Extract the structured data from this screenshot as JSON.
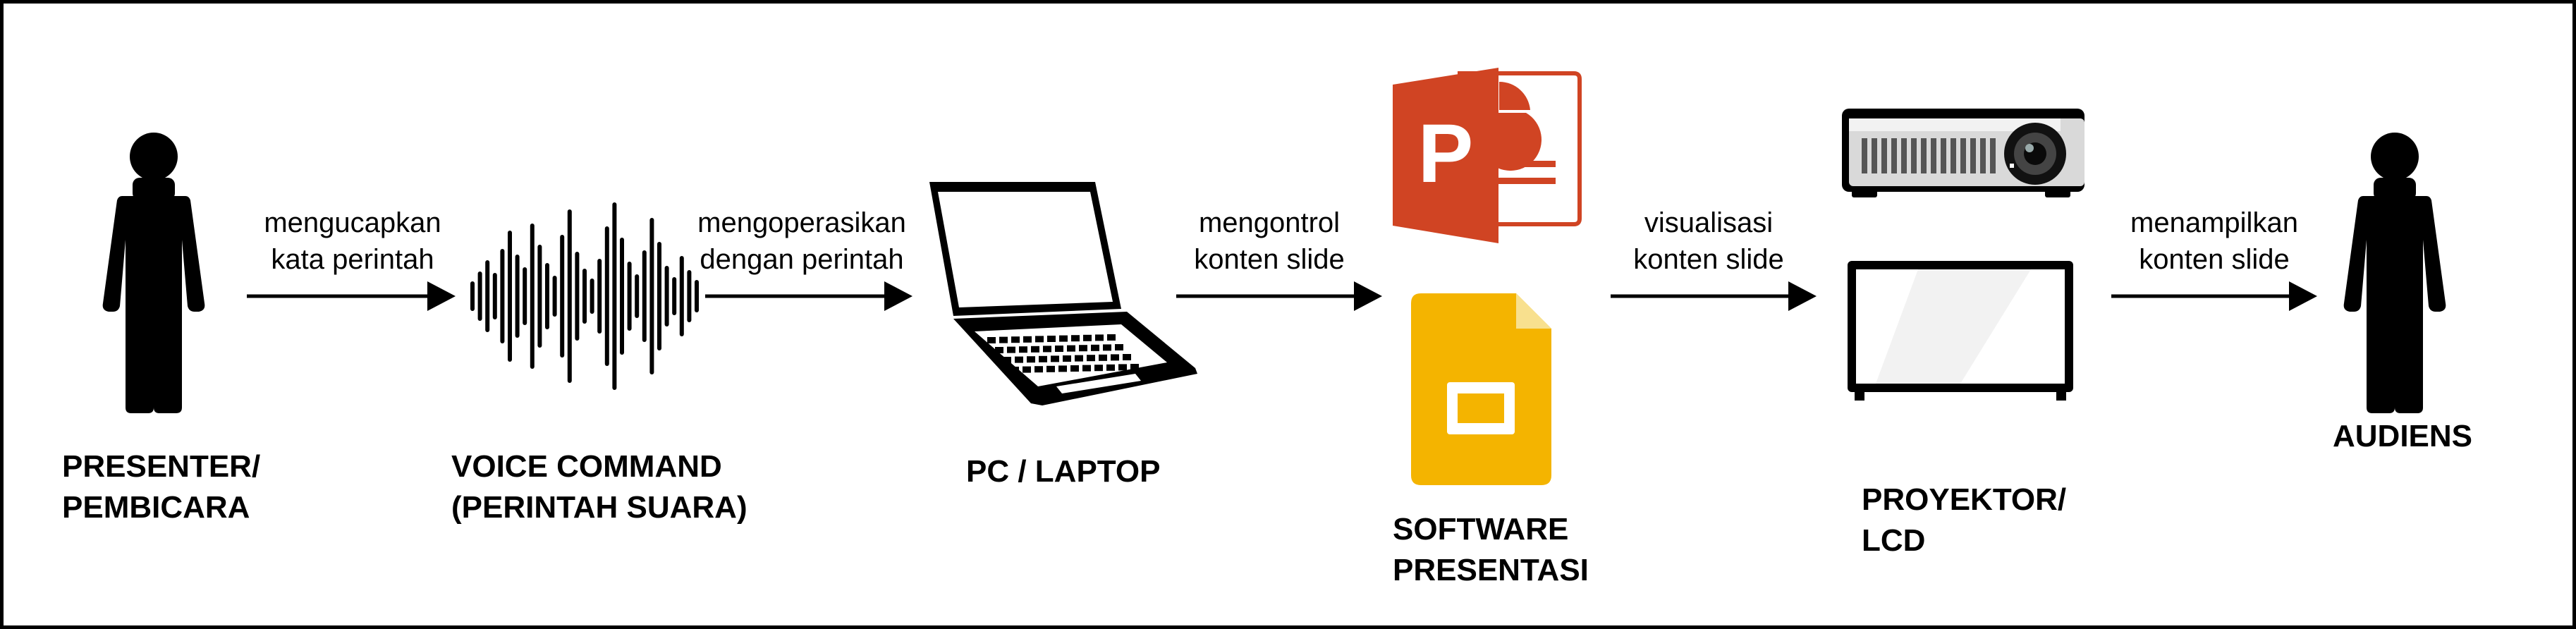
{
  "nodes": [
    {
      "id": "presenter",
      "label": [
        "PRESENTER/",
        "PEMBICARA"
      ],
      "icon": "person-icon"
    },
    {
      "id": "voice",
      "label": [
        "VOICE COMMAND",
        "(PERINTAH SUARA)"
      ],
      "icon": "sound-wave-icon"
    },
    {
      "id": "pc",
      "label": [
        "PC / LAPTOP"
      ],
      "icon": "laptop-icon"
    },
    {
      "id": "software",
      "label": [
        "SOFTWARE",
        "PRESENTASI"
      ],
      "icons": [
        "powerpoint-icon",
        "google-slides-icon"
      ]
    },
    {
      "id": "projector",
      "label": [
        "PROYEKTOR/",
        "LCD"
      ],
      "icons": [
        "projector-icon",
        "monitor-icon"
      ]
    },
    {
      "id": "audiens",
      "label": [
        "AUDIENS"
      ],
      "icon": "person-icon"
    }
  ],
  "edges": [
    {
      "from": "presenter",
      "to": "voice",
      "label": [
        "mengucapkan",
        "kata perintah"
      ]
    },
    {
      "from": "voice",
      "to": "pc",
      "label": [
        "mengoperasikan",
        "dengan perintah"
      ]
    },
    {
      "from": "pc",
      "to": "software",
      "label": [
        "mengontrol",
        "konten slide"
      ]
    },
    {
      "from": "software",
      "to": "projector",
      "label": [
        "visualisasi",
        "konten slide"
      ]
    },
    {
      "from": "projector",
      "to": "audiens",
      "label": [
        "menampilkan",
        "konten slide"
      ]
    }
  ],
  "colors": {
    "powerpoint": "#d04423",
    "google_slides": "#f4b400",
    "google_slides_fold": "#f8e08e",
    "outline": "#000000"
  }
}
